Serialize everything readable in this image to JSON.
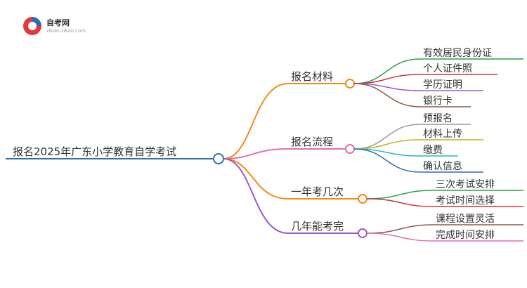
{
  "logo": {
    "name": "自考网",
    "url": "zikao-zikao.com"
  },
  "root": {
    "label": "报名2025年广东小学教育自学考试",
    "color": "#2f6fb0"
  },
  "branches": [
    {
      "label": "报名材料",
      "color": "#f28a1b",
      "leaves": [
        {
          "label": "有效居民身份证",
          "color": "#2ea043"
        },
        {
          "label": "个人证件照",
          "color": "#d0303a"
        },
        {
          "label": "学历证明",
          "color": "#9b59c6"
        },
        {
          "label": "银行卡",
          "color": "#8b5a4a"
        }
      ]
    },
    {
      "label": "报名流程",
      "color": "#e06fb0",
      "leaves": [
        {
          "label": "预报名",
          "color": "#9a9a9a"
        },
        {
          "label": "材料上传",
          "color": "#b9b21f"
        },
        {
          "label": "缴费",
          "color": "#22b8cc"
        },
        {
          "label": "确认信息",
          "color": "#2f6fb0"
        }
      ]
    },
    {
      "label": "一年考几次",
      "color": "#f28a1b",
      "leaves": [
        {
          "label": "三次考试安排",
          "color": "#2ea043"
        },
        {
          "label": "考试时间选择",
          "color": "#d0303a"
        }
      ]
    },
    {
      "label": "几年能考完",
      "color": "#9b59c6",
      "leaves": [
        {
          "label": "课程设置灵活",
          "color": "#8b5a4a"
        },
        {
          "label": "完成时间安排",
          "color": "#e06fb0"
        }
      ]
    }
  ]
}
